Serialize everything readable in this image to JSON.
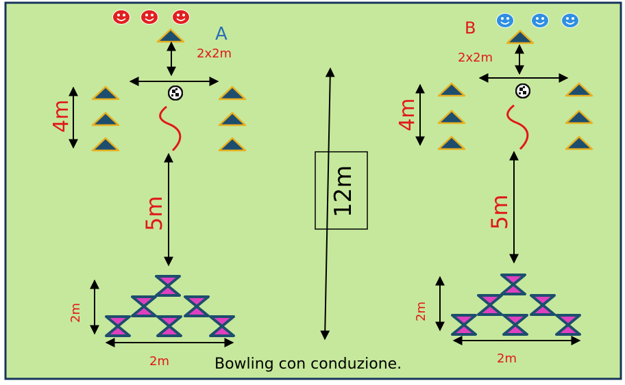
{
  "colors": {
    "field": "#c6e89c",
    "border": "#17345a",
    "cone_fill": "#1d4e6e",
    "cone_edge": "#e8b020",
    "red_text": "#e01818",
    "blue_text": "#2a6fb5",
    "pink": "#e040c0",
    "player_red": "#e02020",
    "player_blue": "#2f8fe0"
  },
  "title": "Bowling con conduzione.",
  "team_a": {
    "label": "A",
    "square": "2x2m",
    "cone_spacing": "4m",
    "distance": "5m",
    "pins_height": "2m",
    "pins_width": "2m",
    "players": 3
  },
  "team_b": {
    "label": "B",
    "square": "2x2m",
    "cone_spacing": "4m",
    "distance": "5m",
    "pins_height": "2m",
    "pins_width": "2m",
    "players": 3
  },
  "field_length": "12m",
  "icons": [
    "player-face-icon",
    "cone-icon",
    "ball-icon",
    "bowling-pin-icon"
  ]
}
